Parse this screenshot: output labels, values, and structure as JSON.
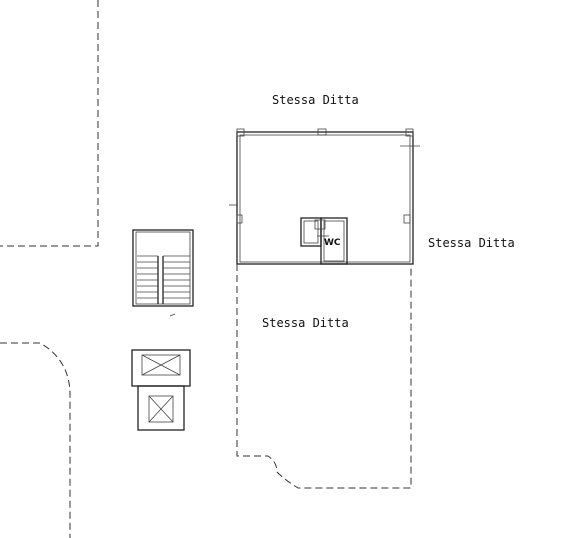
{
  "labels": {
    "top": "Stessa Ditta",
    "right": "Stessa Ditta",
    "center": "Stessa Ditta",
    "wc": "WC"
  }
}
